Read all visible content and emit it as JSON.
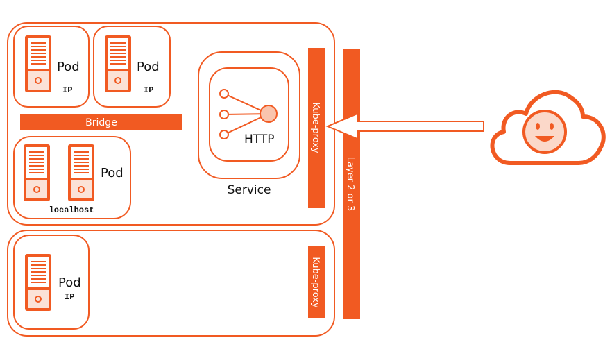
{
  "colors": {
    "accent": "#f15a22",
    "background": "#ffffff",
    "text": "#111111"
  },
  "node1": {
    "pod_a": {
      "label": "Pod",
      "sub": "IP"
    },
    "pod_b": {
      "label": "Pod",
      "sub": "IP"
    },
    "bridge": "Bridge",
    "pod_c": {
      "label": "Pod",
      "sub": "localhost"
    },
    "service": {
      "label": "Service",
      "protocol": "HTTP"
    },
    "kube_proxy": "Kube-proxy"
  },
  "node2": {
    "pod": {
      "label": "Pod",
      "sub": "IP"
    },
    "kube_proxy": "Kube-proxy"
  },
  "layer_bar": "Layer 2 or 3",
  "client": {
    "icon": "smiley-cloud-icon"
  }
}
